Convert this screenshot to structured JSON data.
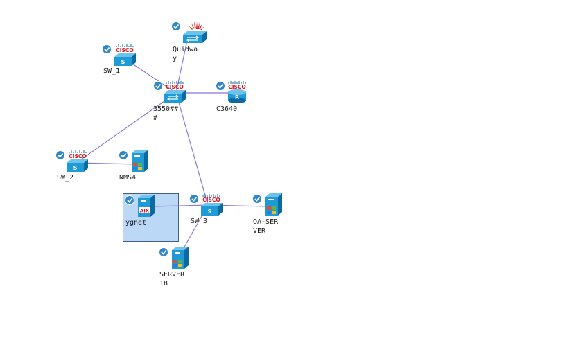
{
  "colors": {
    "background": "#ffffff",
    "link": "#8a78d8",
    "device_blue": "#1e9bd7",
    "device_dark": "#0c6aa0",
    "cisco_red": "#d8161e",
    "check_blue": "#2f86c9",
    "group_fill": "#bcd8f7",
    "group_border": "#3f5f86"
  },
  "cisco_text": "CISCO",
  "aix_text": "AIX",
  "switch_letter": "S",
  "router_letter": "R",
  "nodes": {
    "quidway": {
      "label_line1": "Quidwa",
      "label_line2": "y",
      "icon": "huawei-switch-icon",
      "status": "ok"
    },
    "sw1": {
      "label_line1": "SW_1",
      "icon": "cisco-switch-icon",
      "status": "ok"
    },
    "core3550": {
      "label_line1": "3550##",
      "label_line2": "#",
      "icon": "cisco-l3-switch-icon",
      "status": "ok"
    },
    "c3640": {
      "label_line1": "C3640",
      "icon": "cisco-router-icon",
      "status": "ok"
    },
    "sw2": {
      "label_line1": "SW_2",
      "icon": "cisco-switch-icon",
      "status": "ok"
    },
    "nms4": {
      "label_line1": "NMS4",
      "icon": "windows-server-icon",
      "status": "ok"
    },
    "ygnet": {
      "label_line1": "ygnet",
      "icon": "aix-server-icon",
      "status": "ok"
    },
    "sw3": {
      "label_line1": "SW_3",
      "icon": "cisco-switch-icon",
      "status": "ok"
    },
    "oaserver": {
      "label_line1": "OA-SER",
      "label_line2": "VER",
      "icon": "windows-server-icon",
      "status": "ok"
    },
    "server18": {
      "label_line1": "SERVER",
      "label_line2": "18",
      "icon": "windows-server-icon",
      "status": "ok"
    }
  },
  "links": [
    {
      "from": "Quidway",
      "to": "3550###"
    },
    {
      "from": "SW_1",
      "to": "3550###"
    },
    {
      "from": "3550###",
      "to": "C3640"
    },
    {
      "from": "3550###",
      "to": "SW_2"
    },
    {
      "from": "3550###",
      "to": "SW_3"
    },
    {
      "from": "SW_2",
      "to": "NMS4"
    },
    {
      "from": "ygnet",
      "to": "SW_3"
    },
    {
      "from": "SW_3",
      "to": "OA-SERVER"
    },
    {
      "from": "SW_3",
      "to": "SERVER 18"
    }
  ]
}
